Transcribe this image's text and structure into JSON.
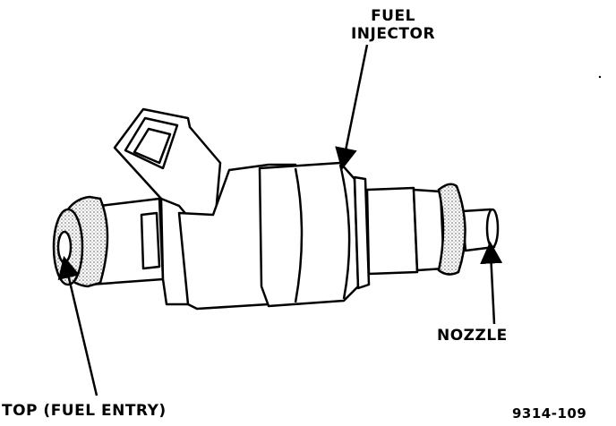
{
  "labels": {
    "fuel_injector_line1": "FUEL",
    "fuel_injector_line2": "INJECTOR",
    "nozzle": "NOZZLE",
    "top_fuel_entry": "TOP (FUEL ENTRY)",
    "figure_code": "9314-109"
  },
  "colors": {
    "ink": "#000000",
    "paper": "#ffffff",
    "seal_stipple": "#b8b8b8"
  }
}
